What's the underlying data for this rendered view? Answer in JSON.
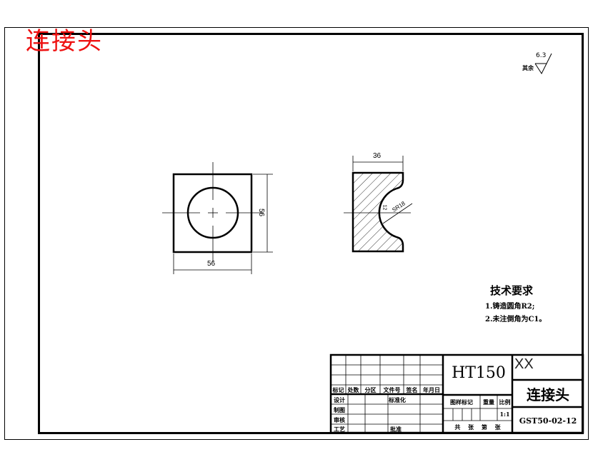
{
  "drawing": {
    "red_title": "连接头",
    "roughness": {
      "label": "其余",
      "value": "6.3"
    },
    "views": {
      "front": {
        "width_dim": "56",
        "height_dim": "56"
      },
      "section": {
        "width_dim": "36",
        "radius_dim": "SR18",
        "small_dim": "12"
      }
    },
    "technical_requirements": {
      "title": "技术要求",
      "items": [
        "1.铸造圆角R2;",
        "2.未注倒角为C1。"
      ]
    },
    "title_block": {
      "material": "HT150",
      "company": "XX",
      "part_name": "连接头",
      "drawing_number": "GST50-02-12",
      "scale": "1:1",
      "revision_headers": [
        "标记",
        "处数",
        "分区",
        "文件号",
        "签名",
        "年月日"
      ],
      "role_labels": [
        "设计",
        "制图",
        "审核",
        "工艺"
      ],
      "standardization": "标准化",
      "approval": "批准",
      "mark_label": "图样标记",
      "weight_label": "重量",
      "scale_label": "比例",
      "sheets_text": "共 张 第 张"
    },
    "colors": {
      "title_red": "#ee1111",
      "line": "#000000"
    }
  }
}
